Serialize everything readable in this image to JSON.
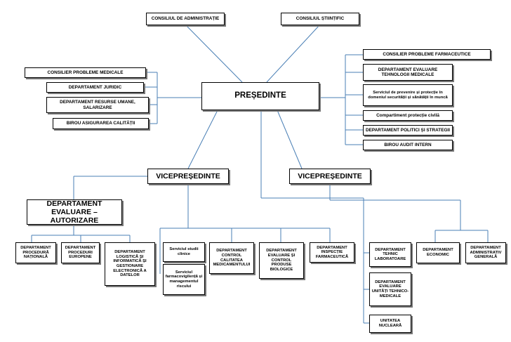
{
  "top": {
    "admin_board": "CONSILIUL DE ADMINISTRAȚIE",
    "science_board": "CONSILIUL ȘTIINȚIFIC"
  },
  "president": "PREȘEDINTE",
  "left_staff": [
    "CONSILIER PROBLEME MEDICALE",
    "DEPARTAMENT JURIDIC",
    "DEPARTAMENT RESURSE UMANE, SALARIZARE",
    "BIROU ASIGURAREA CALITĂȚII"
  ],
  "right_staff": [
    "CONSILIER PROBLEME FARMACEUTICE",
    "DEPARTAMENT EVALUARE TEHNOLOGII MEDICALE",
    "Serviciul de prevenire și protecție în domeniul securității și sănătății în muncă",
    "Compartiment protecție civilă",
    "DEPARTAMENT POLITICI ȘI STRATEGII",
    "BIROU AUDIT INTERN"
  ],
  "vice_left": "VICEPREȘEDINTE",
  "vice_right": "VICEPREȘEDINTE",
  "eval_dept": "DEPARTAMENT\nEVALUARE – AUTORIZARE",
  "eval_children": [
    "DEPARTAMENT PROCEDURĂ NAȚIONALĂ",
    "DEPARTAMENT PROCEDURI EUROPENE",
    "DEPARTAMENT LOGISTICĂ ȘI INFORMATICĂ ȘI GESTIONARE ELECTRONICĂ A DATELOR"
  ],
  "vice_left_children": [
    "Serviciul studii clinice",
    "Serviciul farmacovigilență și managementul riscului",
    "DEPARTAMENT CONTROL CALITATEA MEDICAMENTULUI",
    "DEPARTAMENT EVALUARE ȘI CONTROL PRODUSE BIOLOGICE",
    "DEPARTAMENT INSPECȚIE FARMACEUTICĂ"
  ],
  "vice_right_children": [
    "DEPARTAMENT TEHNIC LABORATOARE",
    "DEPARTAMENT EVALUARE UNITĂȚI TEHNICO-MEDICALE",
    "UNITATEA NUCLEARĂ",
    "DEPARTAMENT ECONOMIC",
    "DEPARTAMENT ADMINISTRATIV GENERALĂ"
  ],
  "colors": {
    "line": "#4a7fb5",
    "border": "#000000",
    "shadow": "#777777"
  }
}
